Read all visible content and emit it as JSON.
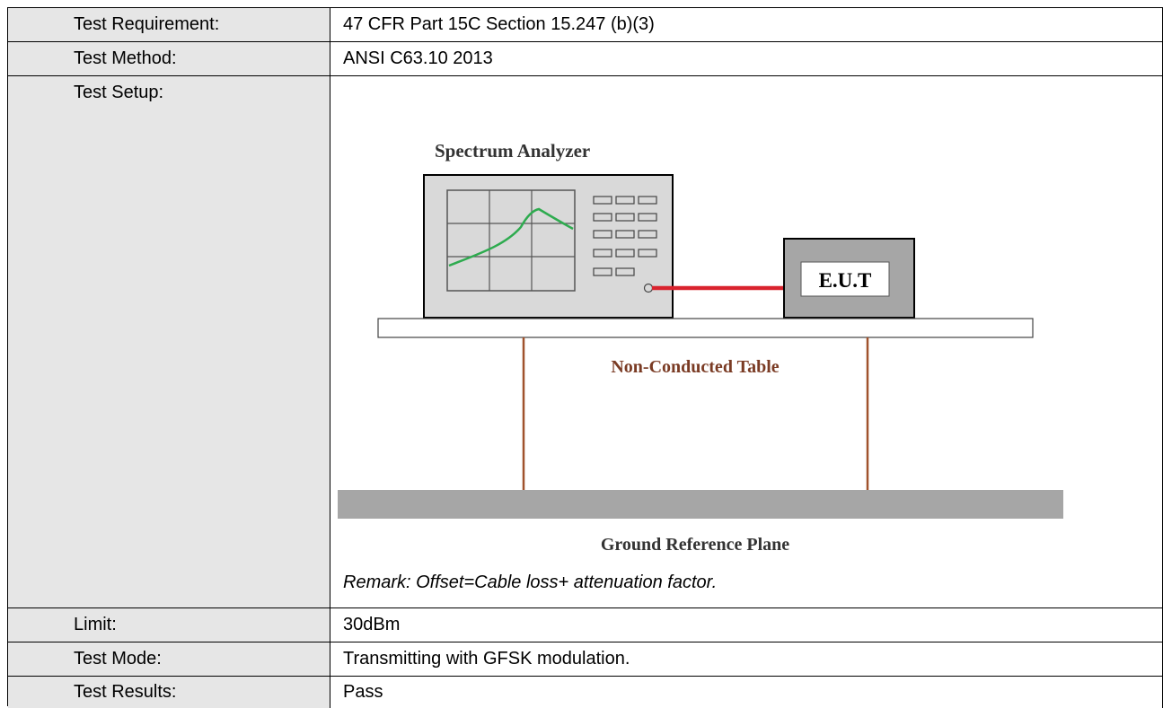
{
  "rows": [
    {
      "label": "Test Requirement:",
      "value": "47 CFR Part 15C Section 15.247 (b)(3)"
    },
    {
      "label": "Test Method:",
      "value": "ANSI C63.10 2013"
    },
    {
      "label": "Test Setup:",
      "remark": "Remark: Offset=Cable loss+ attenuation factor."
    },
    {
      "label": "Limit:",
      "value": "30dBm"
    },
    {
      "label": "Test Mode:",
      "value": "Transmitting with GFSK modulation."
    },
    {
      "label": "Test Results:",
      "value": "Pass"
    }
  ],
  "diagram": {
    "analyzer_label": "Spectrum Analyzer",
    "eut_label": "E.U.T",
    "table_label": "Non-Conducted Table",
    "ground_label": "Ground Reference Plane",
    "colors": {
      "trace": "#2eab4f",
      "cable": "#d9232e",
      "table_text": "#7a3b24",
      "table_leg": "#a0522d",
      "ground": "#a6a6a6",
      "instrument": "#d9d9d9"
    }
  }
}
